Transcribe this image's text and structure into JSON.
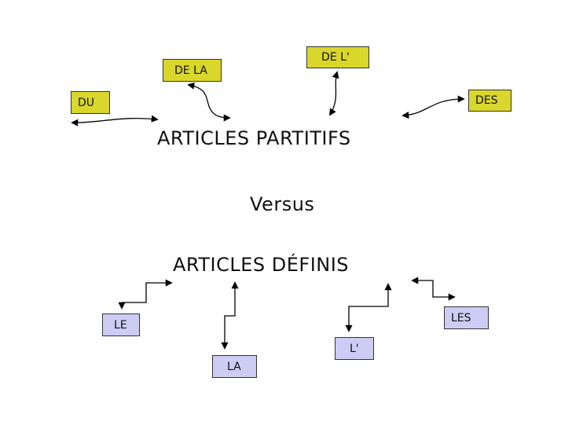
{
  "diagram": {
    "title_top": "ARTICLES PARTITIFS",
    "versus": "Versus",
    "title_bottom": "ARTICLES DÉFINIS",
    "partitive_articles": [
      {
        "id": "du",
        "label": "DU"
      },
      {
        "id": "de-la",
        "label": "DE LA"
      },
      {
        "id": "de-l",
        "label": "DE L'"
      },
      {
        "id": "des",
        "label": "DES"
      }
    ],
    "definite_articles": [
      {
        "id": "le",
        "label": "LE"
      },
      {
        "id": "la",
        "label": "LA"
      },
      {
        "id": "l",
        "label": "L'"
      },
      {
        "id": "les",
        "label": "LES"
      }
    ],
    "colors": {
      "partitive_box": "#d9d62c",
      "definite_box": "#ccccf4",
      "border": "#333333",
      "arrow": "#000000"
    }
  }
}
